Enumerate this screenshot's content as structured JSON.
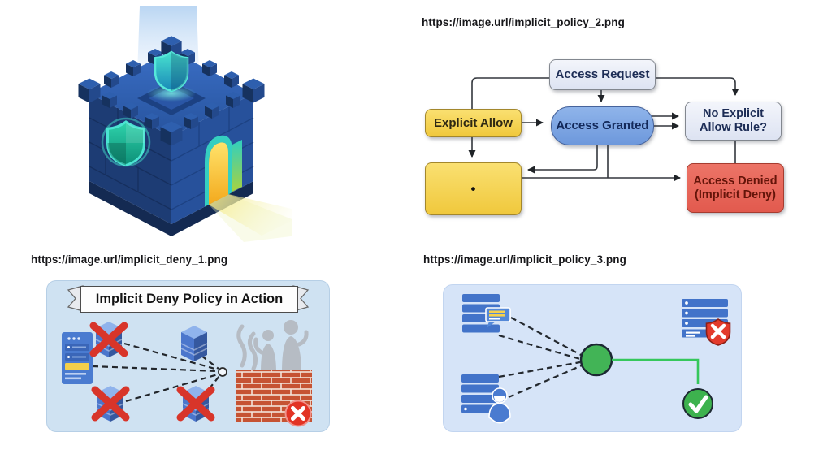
{
  "page": {
    "background": "#ffffff"
  },
  "palette": {
    "allow_yellow": "#f3cf4b",
    "granted_blue": "#7ba4e0",
    "deny_red": "#e8695d",
    "neutral_box": "#e9edf8",
    "success_green": "#3fb955",
    "panel_blue": "#cfe2f2",
    "brick_orange": "#c65333",
    "castle_navy": "#1d3c74",
    "shield_teal": "#2ed3ab"
  },
  "captions": {
    "policy2": "https://image.url/implicit_policy_2.png",
    "deny1": "https://image.url/implicit_deny_1.png",
    "policy3": "https://image.url/implicit_policy_3.png"
  },
  "flowchart": {
    "nodes": {
      "access_request": "Access Request",
      "explicit_allow": "Explicit Allow",
      "access_granted": "Access Granted",
      "no_explicit_rule": "No Explicit\nAllow Rule?",
      "implicit_placeholder": "•",
      "access_denied": "Access Denied\n(Implicit Deny)"
    }
  },
  "deny_illustration": {
    "banner_title": "Implicit Deny Policy in Action"
  },
  "icons": {
    "x_icon": "✕",
    "check_icon": "✓",
    "shield_icon": "shield",
    "server_icon": "server",
    "brick_wall_icon": "brick-wall",
    "junction_icon": "circle-node"
  }
}
